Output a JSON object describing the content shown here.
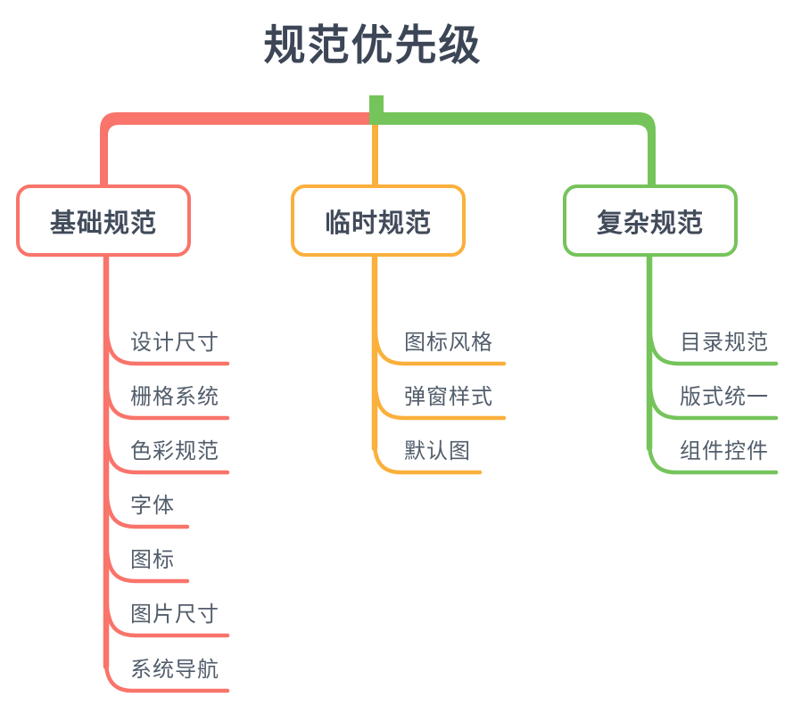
{
  "title": "规范优先级",
  "colors": {
    "basic": "#F9746A",
    "temp": "#FAB03C",
    "complex": "#75C45B",
    "title_text": "#3D4656",
    "node_text": "#414B5A",
    "child_text": "#525D6B",
    "node_bg": "#FFFFFF"
  },
  "branches": [
    {
      "label": "基础规范",
      "color": "#F9746A",
      "children": [
        "设计尺寸",
        "栅格系统",
        "色彩规范",
        "字体",
        "图标",
        "图片尺寸",
        "系统导航"
      ]
    },
    {
      "label": "临时规范",
      "color": "#FAB03C",
      "children": [
        "图标风格",
        "弹窗样式",
        "默认图"
      ]
    },
    {
      "label": "复杂规范",
      "color": "#75C45B",
      "children": [
        "目录规范",
        "版式统一",
        "组件控件"
      ]
    }
  ]
}
